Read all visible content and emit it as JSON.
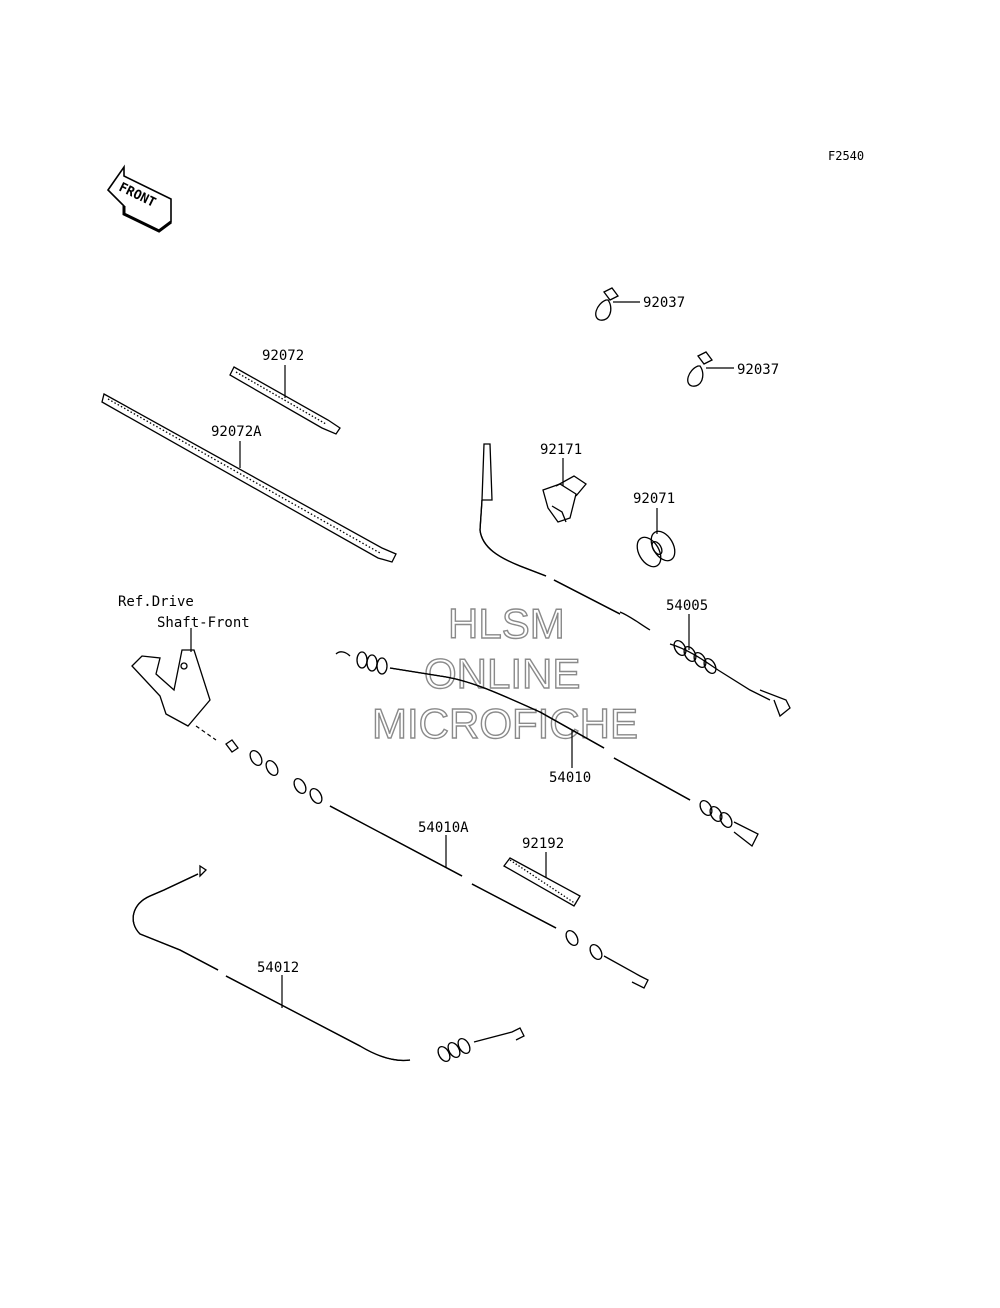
{
  "figure_code": "F2540",
  "front_arrow": {
    "text": "FRONT",
    "icon": "front-direction-arrow-icon"
  },
  "reference_note": {
    "line1": "Ref.Drive",
    "line2": "Shaft-Front"
  },
  "parts": [
    {
      "number": "92037"
    },
    {
      "number": "92037"
    },
    {
      "number": "92072"
    },
    {
      "number": "92072A"
    },
    {
      "number": "92171"
    },
    {
      "number": "92071"
    },
    {
      "number": "54005"
    },
    {
      "number": "54010"
    },
    {
      "number": "54010A"
    },
    {
      "number": "92192"
    },
    {
      "number": "54012"
    }
  ],
  "watermark": {
    "line1": "HLSM",
    "line2": "ONLINE",
    "line3": "MICROFICHE",
    "color": "#8a8a8a"
  }
}
